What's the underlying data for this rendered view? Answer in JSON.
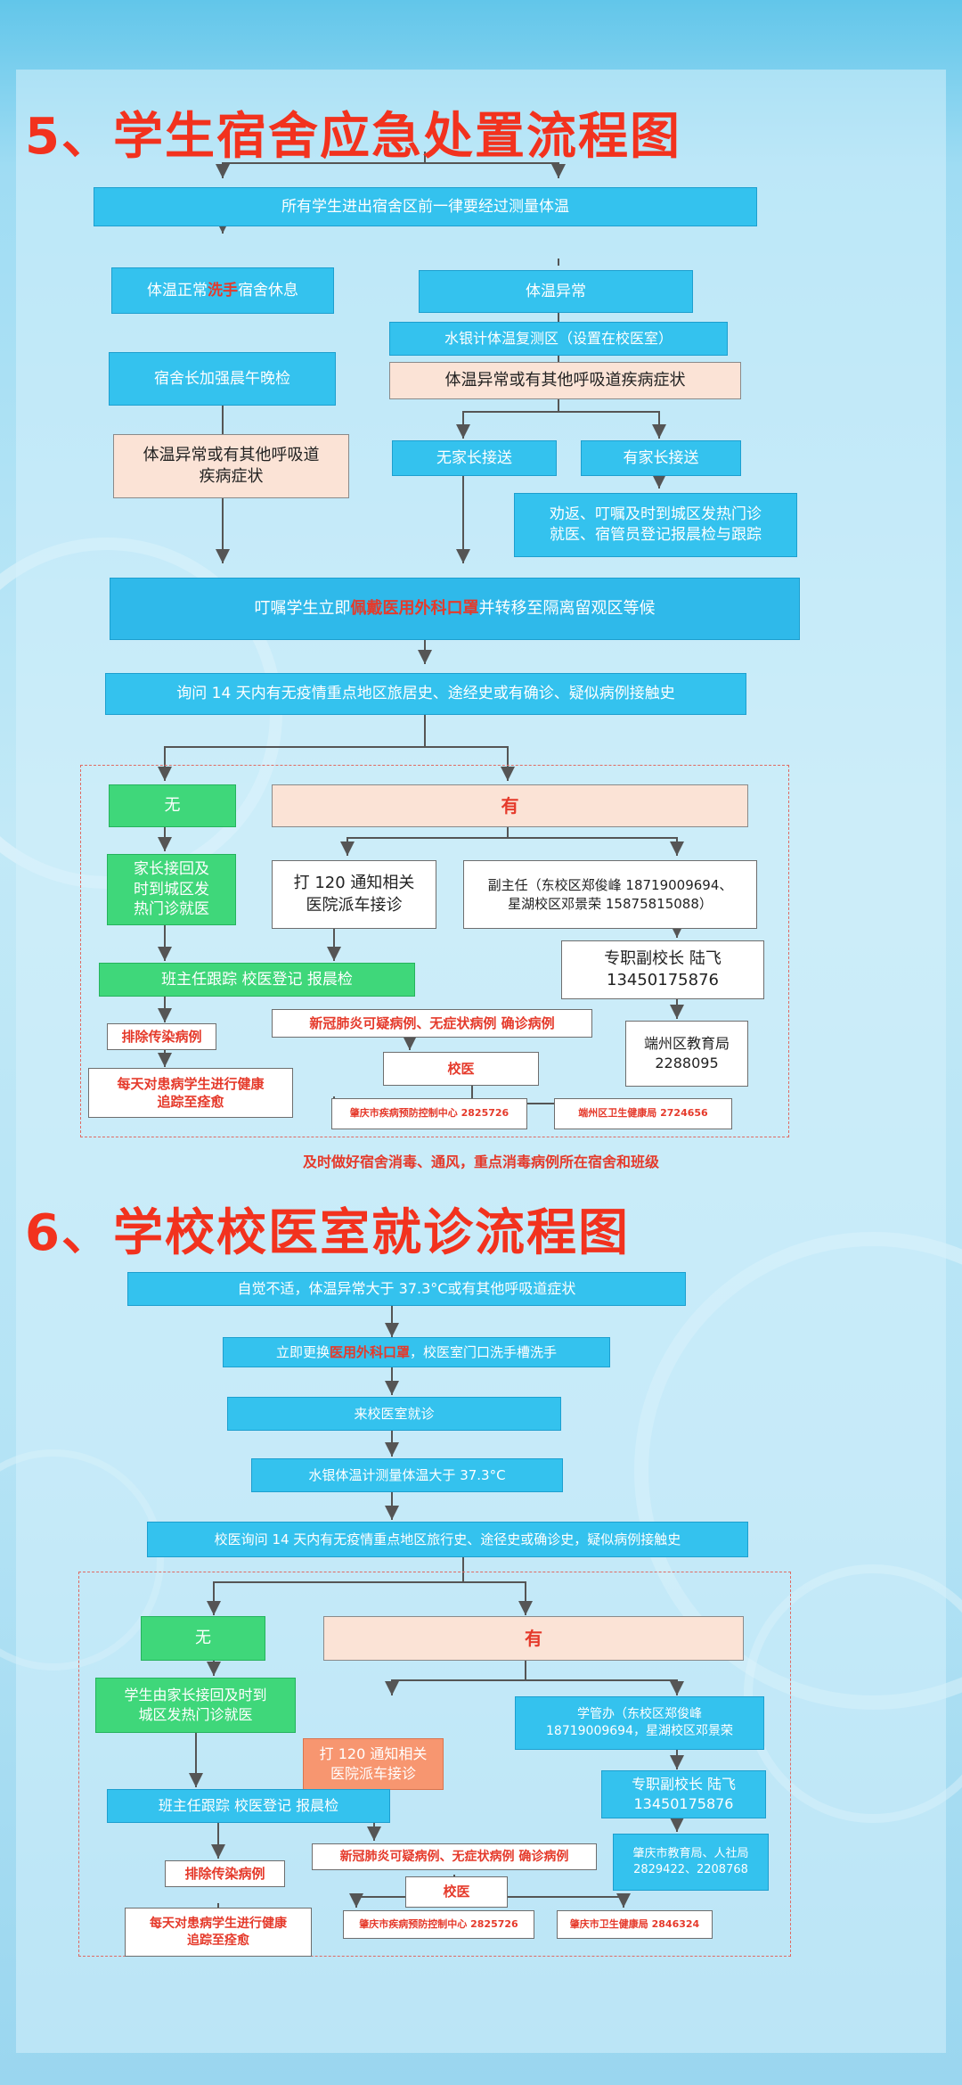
{
  "section5": {
    "title": "5、学生宿舍应急处置流程图",
    "all_enter": "所有学生进出宿舍区前一律要经过测量体温",
    "temp_normal_a": "体温正常",
    "temp_normal_red": "洗手",
    "temp_normal_b": "宿舍休息",
    "temp_abnormal": "体温异常",
    "mercury_recheck": "水银计体温复测区（设置在校医室）",
    "check_morning": "宿舍长加强晨午晚检",
    "abnormal_or_symptoms": "体温异常或有其他呼吸道疾病症状",
    "abnormal_left": "体温异常或有其他呼吸道\n疾病症状",
    "no_parent": "无家长接送",
    "has_parent": "有家长接送",
    "persuade": "劝返、叮嘱及时到城区发热门诊\n就医、宿管员登记报晨检与跟踪",
    "instruct_a": "叮嘱学生立即",
    "instruct_red": "佩戴医用外科口罩",
    "instruct_b": "并转移至隔离留观区等候",
    "ask_history": "询问 14 天内有无疫情重点地区旅居史、途经史或有确诊、疑似病例接触史",
    "none": "无",
    "have": "有",
    "parent_pickup": "家长接回及\n时到城区发\n热门诊就医",
    "call_120": "打 120 通知相关\n医院派车接诊",
    "vice_director": "副主任（东校区郑俊峰 18719009694、\n星湖校区邓景荣 15875815088）",
    "teacher_track": "班主任跟踪  校医登记  报晨检",
    "vice_principal": "专职副校长  陆飞\n13450175876",
    "exclude": "排除传染病例",
    "covid_cases": "新冠肺炎可疑病例、无症状病例  确诊病例",
    "edu_bureau": "端州区教育局\n2288095",
    "school_doctor": "校医",
    "daily_track": "每天对患病学生进行健康\n追踪至痊愈",
    "cdc": "肇庆市疾病预防控制中心  2825726",
    "health_bureau": "端州区卫生健康局    2724656",
    "footer_note": "及时做好宿舍消毒、通风，重点消毒病例所在宿舍和班级"
  },
  "section6": {
    "title": "6、学校校医室就诊流程图",
    "feel_unwell": "自觉不适，体温异常大于 37.3°C或有其他呼吸道症状",
    "change_a": "立即更换",
    "change_red": "医用外科口罩",
    "change_b": "，校医室门口洗手槽洗手",
    "come_clinic": "来校医室就诊",
    "mercury_measure": "水银体温计测量体温大于 37.3°C",
    "doctor_ask": "校医询问 14 天内有无疫情重点地区旅行史、途径史或确诊史，疑似病例接触史",
    "none": "无",
    "have": "有",
    "parent_pickup": "学生由家长接回及时到\n城区发热门诊就医",
    "call_120": "打 120 通知相关\n医院派车接诊",
    "student_affairs": "学管办（东校区郑俊峰\n18719009694，星湖校区邓景荣",
    "vice_principal": "专职副校长  陆飞\n13450175876",
    "teacher_track": "班主任跟踪  校医登记  报晨检",
    "edu_bureau": "肇庆市教育局、人社局\n2829422、2208768",
    "exclude": "排除传染病例",
    "covid_cases": "新冠肺炎可疑病例、无症状病例  确诊病例",
    "school_doctor": "校医",
    "daily_track": "每天对患病学生进行健康\n追踪至痊愈",
    "cdc": "肇庆市疾病预防控制中心  2825726",
    "health_bureau": "肇庆市卫生健康局  2846324"
  }
}
